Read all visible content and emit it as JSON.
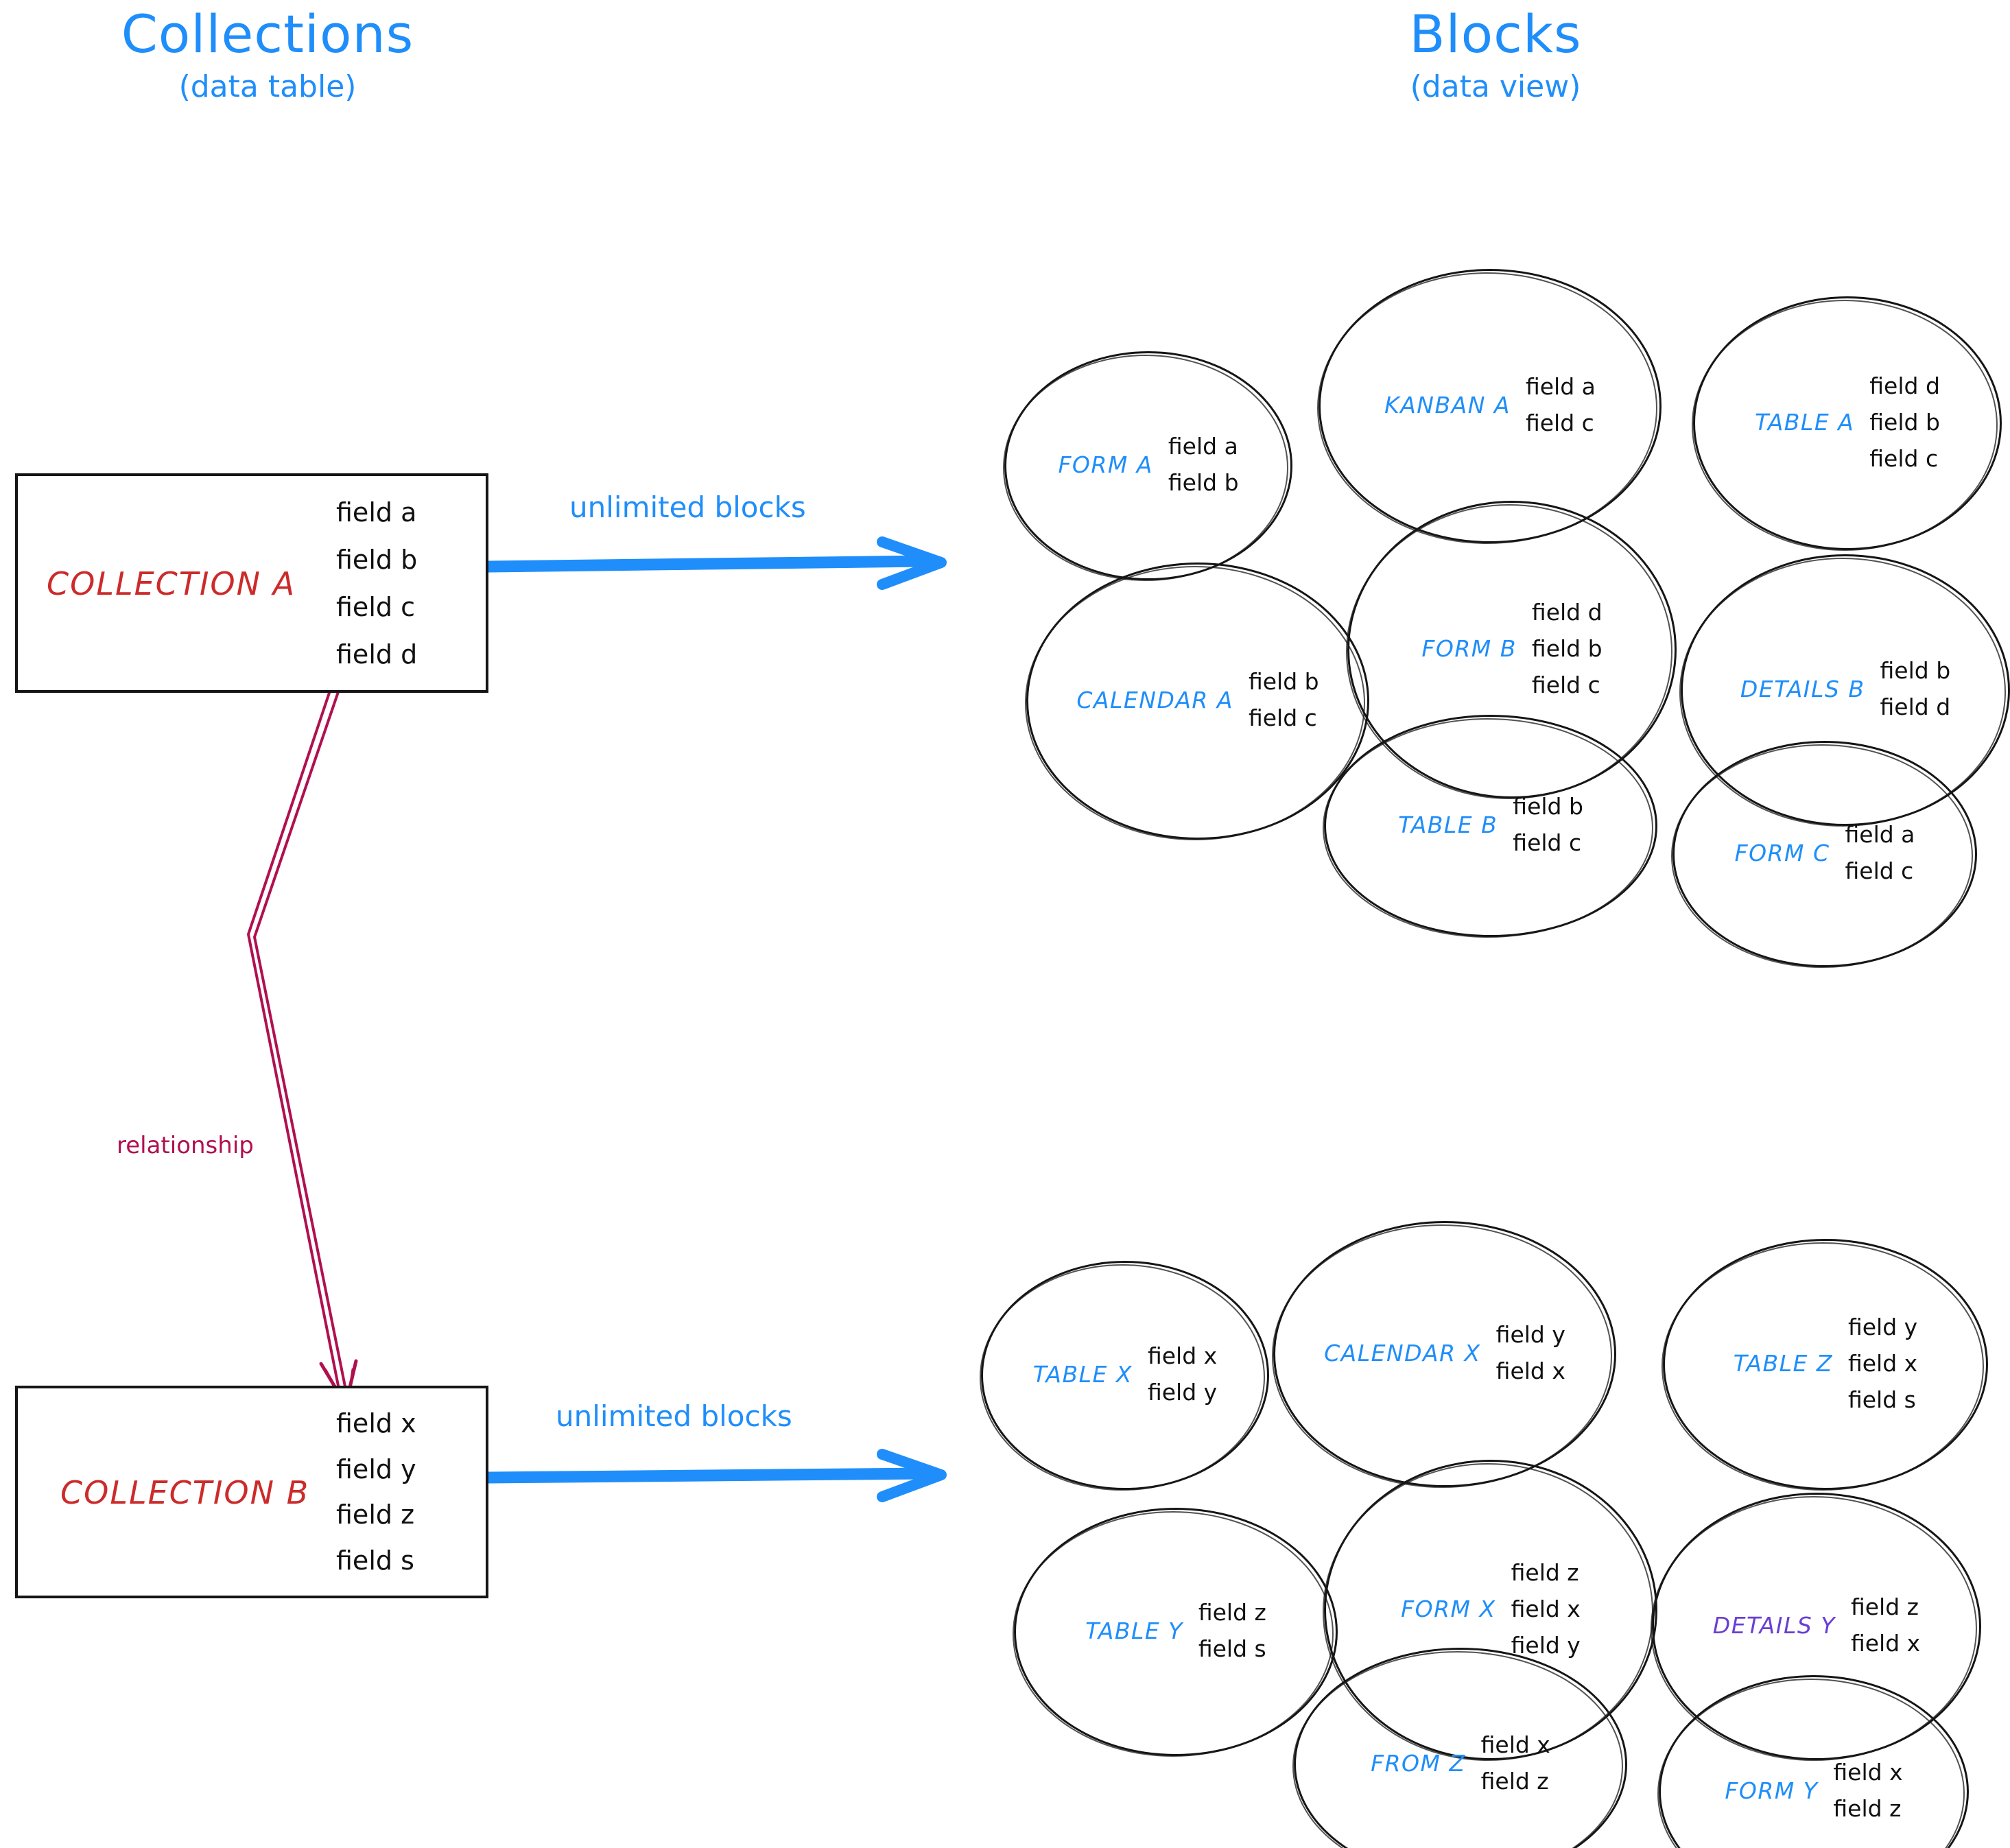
{
  "headers": {
    "left": {
      "title": "Collections",
      "subtitle": "(data table)"
    },
    "right": {
      "title": "Blocks",
      "subtitle": "(data view)"
    }
  },
  "colors": {
    "accent_blue": "#1f8efa",
    "collection_red": "#cc2b2b",
    "relationship_crimson": "#b01050",
    "details_purple": "#6a3fd4",
    "ink_black": "#151515"
  },
  "collections": [
    {
      "name": "COLLECTION A",
      "fields": [
        "field a",
        "field b",
        "field c",
        "field d"
      ],
      "arrow_label": "unlimited blocks"
    },
    {
      "name": "COLLECTION B",
      "fields": [
        "field x",
        "field y",
        "field z",
        "field s"
      ],
      "arrow_label": "unlimited blocks"
    }
  ],
  "relationship": {
    "label": "relationship",
    "from": "COLLECTION A",
    "to": "COLLECTION B"
  },
  "blocks_a": [
    {
      "name": "FORM A",
      "fields": [
        "field a",
        "field b"
      ]
    },
    {
      "name": "KANBAN A",
      "fields": [
        "field a",
        "field c"
      ]
    },
    {
      "name": "TABLE A",
      "fields": [
        "field d",
        "field b",
        "field c"
      ]
    },
    {
      "name": "CALENDAR A",
      "fields": [
        "field b",
        "field c"
      ]
    },
    {
      "name": "FORM B",
      "fields": [
        "field d",
        "field b",
        "field c"
      ]
    },
    {
      "name": "DETAILS B",
      "fields": [
        "field b",
        "field d"
      ]
    },
    {
      "name": "TABLE B",
      "fields": [
        "field b",
        "field c"
      ]
    },
    {
      "name": "FORM C",
      "fields": [
        "field a",
        "field c"
      ]
    }
  ],
  "blocks_b": [
    {
      "name": "TABLE X",
      "fields": [
        "field x",
        "field y"
      ]
    },
    {
      "name": "CALENDAR X",
      "fields": [
        "field y",
        "field x"
      ]
    },
    {
      "name": "TABLE Z",
      "fields": [
        "field y",
        "field x",
        "field s"
      ]
    },
    {
      "name": "TABLE Y",
      "fields": [
        "field z",
        "field s"
      ]
    },
    {
      "name": "FORM X",
      "fields": [
        "field z",
        "field x",
        "field y"
      ]
    },
    {
      "name": "DETAILS Y",
      "fields": [
        "field z",
        "field x"
      ]
    },
    {
      "name": "FROM Z",
      "fields": [
        "field x",
        "field z"
      ]
    },
    {
      "name": "FORM Y",
      "fields": [
        "field x",
        "field z"
      ]
    }
  ]
}
